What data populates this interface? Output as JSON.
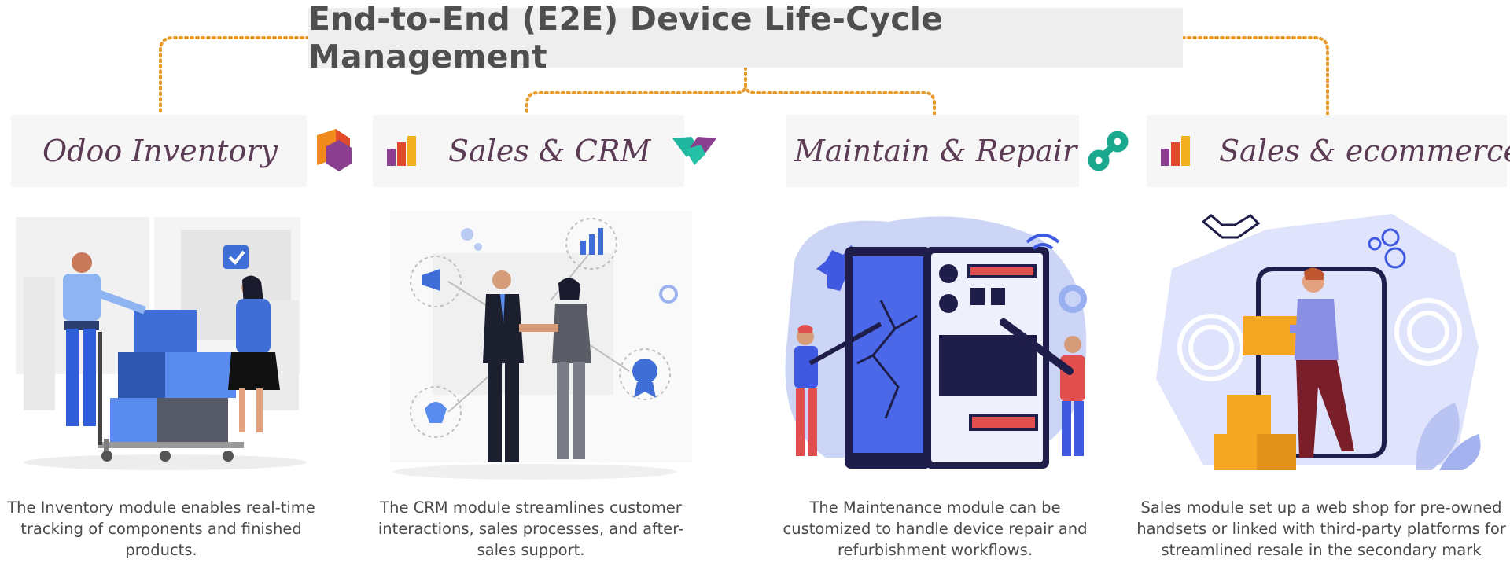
{
  "title": "End-to-End (E2E) Device Life-Cycle Management",
  "colors": {
    "connector": "#e89b2c",
    "header_text": "#5c3b54",
    "title_bg": "#efeeee",
    "illustration_blue": "#3f5ae0",
    "illustration_dark": "#1f1d4a"
  },
  "modules": [
    {
      "id": "inventory",
      "label": "Odoo Inventory",
      "icon": "odoo-inventory-cube-icon",
      "description": "The Inventory module enables real-time tracking of components and finished products."
    },
    {
      "id": "crm",
      "label": "Sales & CRM",
      "icon": "crm-handshake-icon",
      "description": "The CRM module streamlines customer interactions, sales processes, and after-sales support."
    },
    {
      "id": "maintain",
      "label": "Maintain & Repair",
      "icon": "maintenance-link-icon",
      "description": "The Maintenance module can be customized to handle device repair and refurbishment workflows."
    },
    {
      "id": "sales",
      "label": "Sales & ecommerce",
      "icon": "ecommerce-bag-icon",
      "description": "Sales module set up a web shop for pre-owned handsets or linked with third-party platforms for streamlined resale in the secondary mark"
    }
  ]
}
